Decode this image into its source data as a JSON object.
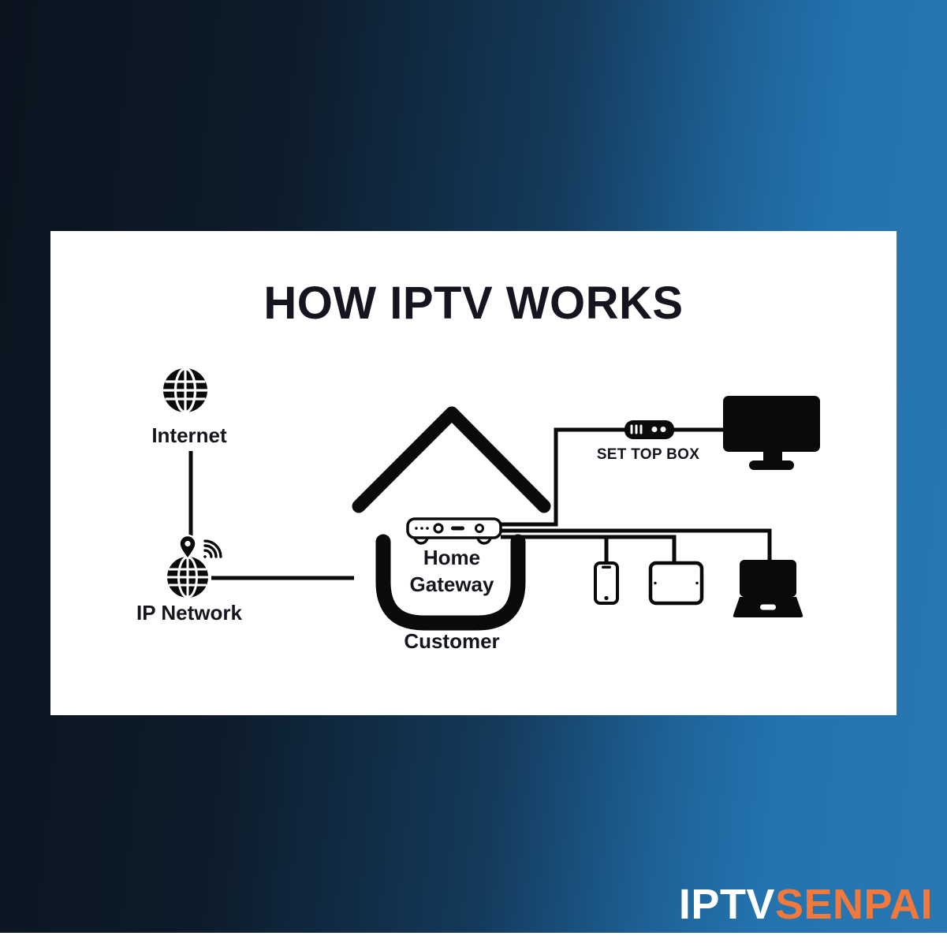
{
  "title": "HOW IPTV WORKS",
  "diagram": {
    "internet": {
      "label": "Internet"
    },
    "ip_network": {
      "label": "IP Network"
    },
    "home_gateway": {
      "label": "Home\nGateway"
    },
    "customer": {
      "label": "Customer"
    },
    "set_top_box": {
      "label": "SET TOP BOX"
    }
  },
  "icons": [
    "globe-icon",
    "globe-pin-wifi-icon",
    "house-roof-icon",
    "house-walls-icon",
    "router-icon",
    "set-top-box-icon",
    "tv-icon",
    "smartphone-icon",
    "tablet-icon",
    "laptop-icon"
  ],
  "brand": {
    "name_primary": "IPTV",
    "name_accent": "SENPAI"
  },
  "colors": {
    "background_dark": "#0d1b2a",
    "background_blue": "#2373af",
    "card_bg": "#ffffff",
    "diagram_ink": "#0a0a0a",
    "text": "#15151f",
    "brand_primary": "#ffffff",
    "brand_accent": "#f2793b",
    "bottom_strip": "#ffffff"
  }
}
